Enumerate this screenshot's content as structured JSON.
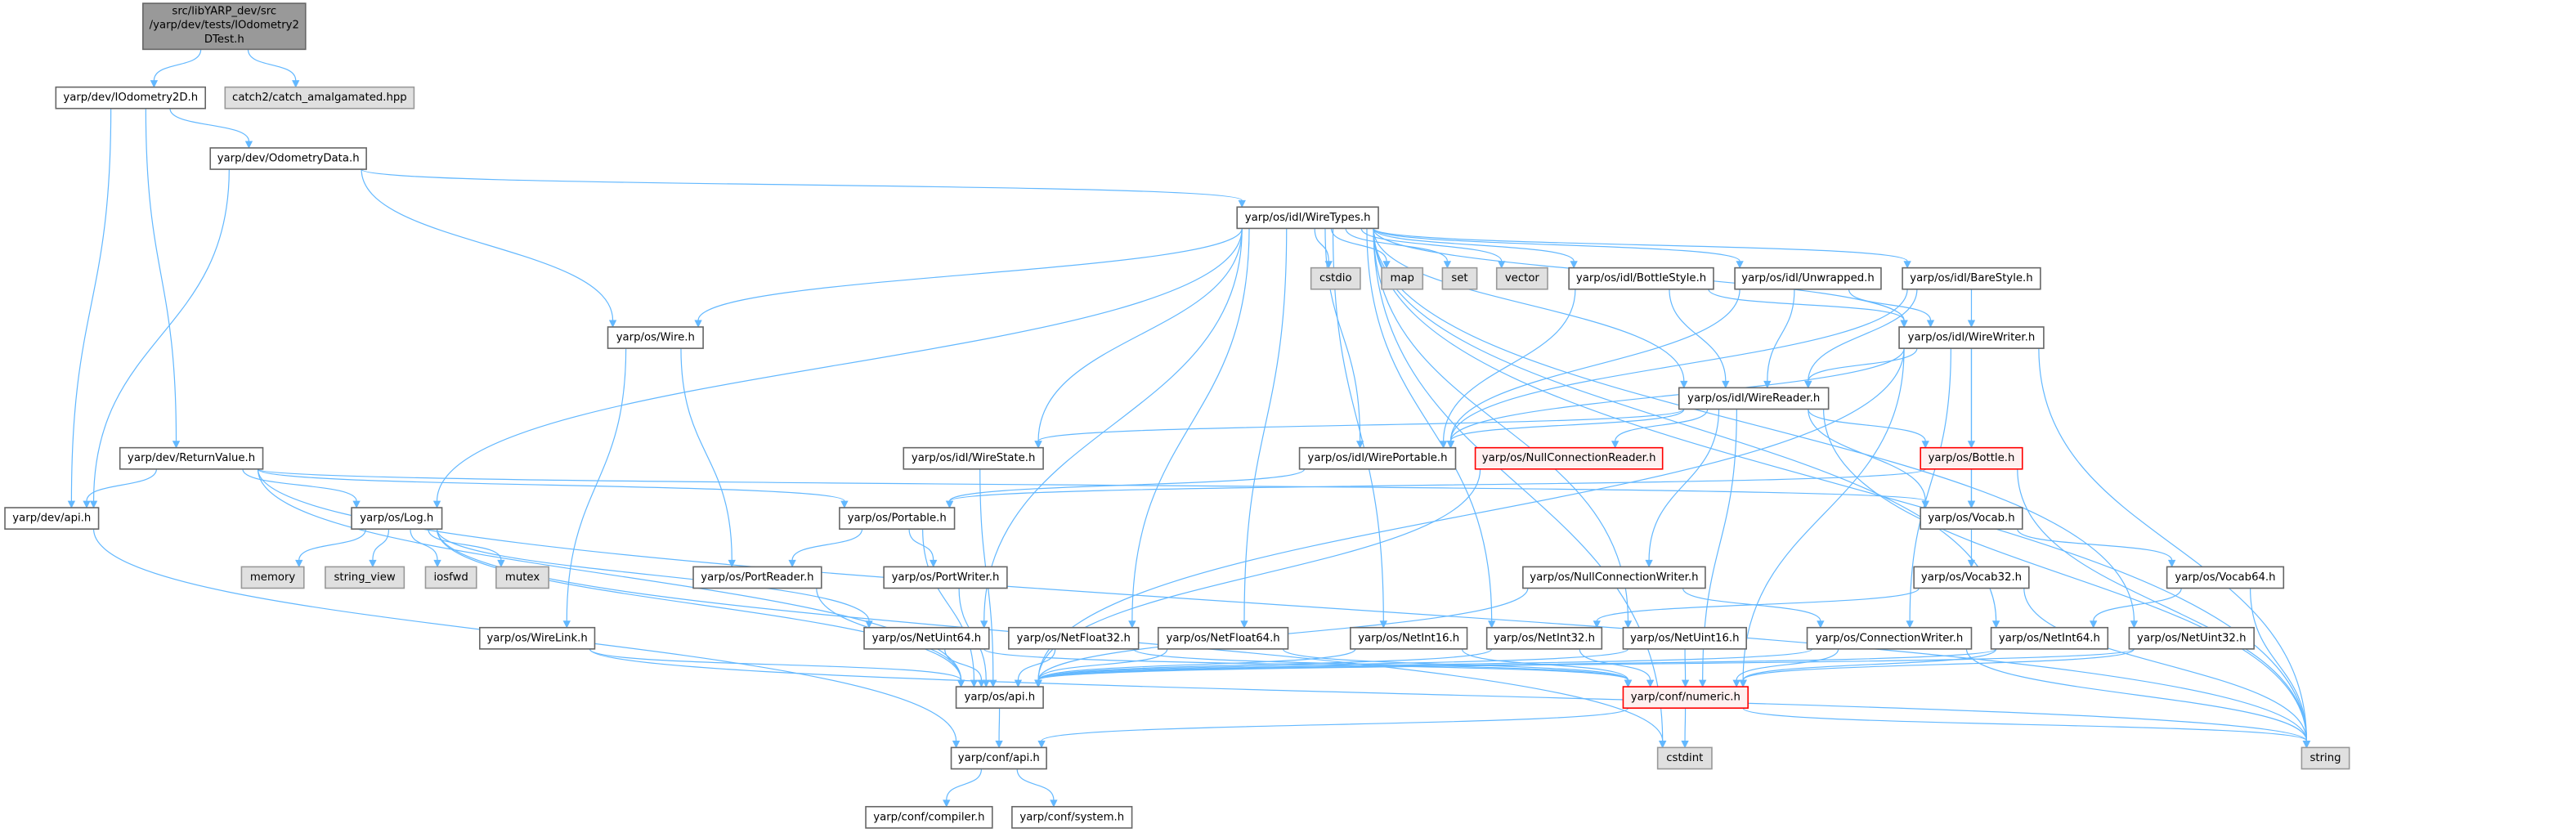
{
  "colors": {
    "edge": "#63b8ff",
    "node_border": "#666666",
    "external_fill": "#e0e0e0",
    "root_fill": "#999999",
    "incomplete_border": "#ff0000",
    "incomplete_fill": "#fff0f0"
  },
  "graph": {
    "nodes": [
      {
        "id": "root",
        "kind": "root",
        "lines": [
          "src/libYARP_dev/src",
          "/yarp/dev/tests/IOdometry2",
          "DTest.h"
        ]
      },
      {
        "id": "iodom",
        "kind": "normal",
        "label": "yarp/dev/IOdometry2D.h"
      },
      {
        "id": "catch2",
        "kind": "external",
        "label": "catch2/catch_amalgamated.hpp"
      },
      {
        "id": "odomdata",
        "kind": "normal",
        "label": "yarp/dev/OdometryData.h"
      },
      {
        "id": "wiretypes",
        "kind": "normal",
        "label": "yarp/os/idl/WireTypes.h"
      },
      {
        "id": "cstdio",
        "kind": "external",
        "label": "cstdio"
      },
      {
        "id": "map",
        "kind": "external",
        "label": "map"
      },
      {
        "id": "set",
        "kind": "external",
        "label": "set"
      },
      {
        "id": "vector",
        "kind": "external",
        "label": "vector"
      },
      {
        "id": "bottlestyle",
        "kind": "normal",
        "label": "yarp/os/idl/BottleStyle.h"
      },
      {
        "id": "unwrapped",
        "kind": "normal",
        "label": "yarp/os/idl/Unwrapped.h"
      },
      {
        "id": "barestyle",
        "kind": "normal",
        "label": "yarp/os/idl/BareStyle.h"
      },
      {
        "id": "wire",
        "kind": "normal",
        "label": "yarp/os/Wire.h"
      },
      {
        "id": "wirewriter",
        "kind": "normal",
        "label": "yarp/os/idl/WireWriter.h"
      },
      {
        "id": "wirereader",
        "kind": "normal",
        "label": "yarp/os/idl/WireReader.h"
      },
      {
        "id": "returnvalue",
        "kind": "normal",
        "label": "yarp/dev/ReturnValue.h"
      },
      {
        "id": "wirestate",
        "kind": "normal",
        "label": "yarp/os/idl/WireState.h"
      },
      {
        "id": "wireportable",
        "kind": "normal",
        "label": "yarp/os/idl/WirePortable.h"
      },
      {
        "id": "nullconnreader",
        "kind": "incomplete",
        "label": "yarp/os/NullConnectionReader.h"
      },
      {
        "id": "bottle",
        "kind": "incomplete",
        "label": "yarp/os/Bottle.h"
      },
      {
        "id": "devapi",
        "kind": "normal",
        "label": "yarp/dev/api.h"
      },
      {
        "id": "log",
        "kind": "normal",
        "label": "yarp/os/Log.h"
      },
      {
        "id": "portable",
        "kind": "normal",
        "label": "yarp/os/Portable.h"
      },
      {
        "id": "vocab",
        "kind": "normal",
        "label": "yarp/os/Vocab.h"
      },
      {
        "id": "memory",
        "kind": "external",
        "label": "memory"
      },
      {
        "id": "string_view",
        "kind": "external",
        "label": "string_view"
      },
      {
        "id": "iosfwd",
        "kind": "external",
        "label": "iosfwd"
      },
      {
        "id": "mutex",
        "kind": "external",
        "label": "mutex"
      },
      {
        "id": "portreader",
        "kind": "normal",
        "label": "yarp/os/PortReader.h"
      },
      {
        "id": "portwriter",
        "kind": "normal",
        "label": "yarp/os/PortWriter.h"
      },
      {
        "id": "nullconnwriter",
        "kind": "normal",
        "label": "yarp/os/NullConnectionWriter.h"
      },
      {
        "id": "vocab32",
        "kind": "normal",
        "label": "yarp/os/Vocab32.h"
      },
      {
        "id": "vocab64",
        "kind": "normal",
        "label": "yarp/os/Vocab64.h"
      },
      {
        "id": "wirelink",
        "kind": "normal",
        "label": "yarp/os/WireLink.h"
      },
      {
        "id": "netuint64",
        "kind": "normal",
        "label": "yarp/os/NetUint64.h"
      },
      {
        "id": "netfloat32",
        "kind": "normal",
        "label": "yarp/os/NetFloat32.h"
      },
      {
        "id": "netfloat64",
        "kind": "normal",
        "label": "yarp/os/NetFloat64.h"
      },
      {
        "id": "netint16",
        "kind": "normal",
        "label": "yarp/os/NetInt16.h"
      },
      {
        "id": "netint32",
        "kind": "normal",
        "label": "yarp/os/NetInt32.h"
      },
      {
        "id": "netuint16",
        "kind": "normal",
        "label": "yarp/os/NetUint16.h"
      },
      {
        "id": "connwriter",
        "kind": "normal",
        "label": "yarp/os/ConnectionWriter.h"
      },
      {
        "id": "netint64",
        "kind": "normal",
        "label": "yarp/os/NetInt64.h"
      },
      {
        "id": "netuint32",
        "kind": "normal",
        "label": "yarp/os/NetUint32.h"
      },
      {
        "id": "osapi",
        "kind": "normal",
        "label": "yarp/os/api.h"
      },
      {
        "id": "numeric",
        "kind": "incomplete",
        "label": "yarp/conf/numeric.h"
      },
      {
        "id": "confapi",
        "kind": "normal",
        "label": "yarp/conf/api.h"
      },
      {
        "id": "cstdint",
        "kind": "external",
        "label": "cstdint"
      },
      {
        "id": "string",
        "kind": "external",
        "label": "string"
      },
      {
        "id": "compiler",
        "kind": "normal",
        "label": "yarp/conf/compiler.h"
      },
      {
        "id": "system",
        "kind": "normal",
        "label": "yarp/conf/system.h"
      }
    ],
    "edges": [
      [
        "root",
        "iodom"
      ],
      [
        "root",
        "catch2"
      ],
      [
        "iodom",
        "odomdata"
      ],
      [
        "iodom",
        "devapi"
      ],
      [
        "iodom",
        "returnvalue"
      ],
      [
        "odomdata",
        "wiretypes"
      ],
      [
        "odomdata",
        "wire"
      ],
      [
        "odomdata",
        "devapi"
      ],
      [
        "wiretypes",
        "cstdio"
      ],
      [
        "wiretypes",
        "map"
      ],
      [
        "wiretypes",
        "set"
      ],
      [
        "wiretypes",
        "vector"
      ],
      [
        "wiretypes",
        "bottlestyle"
      ],
      [
        "wiretypes",
        "unwrapped"
      ],
      [
        "wiretypes",
        "barestyle"
      ],
      [
        "wiretypes",
        "wirewriter"
      ],
      [
        "wiretypes",
        "wirereader"
      ],
      [
        "wiretypes",
        "wireportable"
      ],
      [
        "wiretypes",
        "wirestate"
      ],
      [
        "wiretypes",
        "wire"
      ],
      [
        "wiretypes",
        "log"
      ],
      [
        "wiretypes",
        "netuint64"
      ],
      [
        "wiretypes",
        "netfloat32"
      ],
      [
        "wiretypes",
        "netfloat64"
      ],
      [
        "wiretypes",
        "netint16"
      ],
      [
        "wiretypes",
        "netint32"
      ],
      [
        "wiretypes",
        "netuint16"
      ],
      [
        "wiretypes",
        "netint64"
      ],
      [
        "wiretypes",
        "netuint32"
      ],
      [
        "wiretypes",
        "string"
      ],
      [
        "wiretypes",
        "cstdint"
      ],
      [
        "bottlestyle",
        "wirereader"
      ],
      [
        "bottlestyle",
        "wirewriter"
      ],
      [
        "bottlestyle",
        "wireportable"
      ],
      [
        "unwrapped",
        "wirereader"
      ],
      [
        "unwrapped",
        "wirewriter"
      ],
      [
        "unwrapped",
        "wireportable"
      ],
      [
        "barestyle",
        "wirereader"
      ],
      [
        "barestyle",
        "wirewriter"
      ],
      [
        "barestyle",
        "wireportable"
      ],
      [
        "wirewriter",
        "wirereader"
      ],
      [
        "wirewriter",
        "wireportable"
      ],
      [
        "wirewriter",
        "bottle"
      ],
      [
        "wirewriter",
        "vocab"
      ],
      [
        "wirewriter",
        "osapi"
      ],
      [
        "wirewriter",
        "connwriter"
      ],
      [
        "wirewriter",
        "numeric"
      ],
      [
        "wirewriter",
        "string"
      ],
      [
        "wirereader",
        "wirestate"
      ],
      [
        "wirereader",
        "wireportable"
      ],
      [
        "wirereader",
        "nullconnreader"
      ],
      [
        "wirereader",
        "bottle"
      ],
      [
        "wirereader",
        "vocab"
      ],
      [
        "wirereader",
        "nullconnwriter"
      ],
      [
        "wirereader",
        "numeric"
      ],
      [
        "wirereader",
        "string"
      ],
      [
        "wirestate",
        "osapi"
      ],
      [
        "wireportable",
        "portable"
      ],
      [
        "nullconnreader",
        "osapi"
      ],
      [
        "bottle",
        "portable"
      ],
      [
        "bottle",
        "vocab"
      ],
      [
        "bottle",
        "string"
      ],
      [
        "wire",
        "portreader"
      ],
      [
        "wire",
        "wirelink"
      ],
      [
        "returnvalue",
        "devapi"
      ],
      [
        "returnvalue",
        "log"
      ],
      [
        "returnvalue",
        "portable"
      ],
      [
        "returnvalue",
        "vocab"
      ],
      [
        "returnvalue",
        "osapi"
      ],
      [
        "returnvalue",
        "string"
      ],
      [
        "devapi",
        "confapi"
      ],
      [
        "log",
        "memory"
      ],
      [
        "log",
        "string_view"
      ],
      [
        "log",
        "iosfwd"
      ],
      [
        "log",
        "mutex"
      ],
      [
        "log",
        "osapi"
      ],
      [
        "log",
        "cstdint"
      ],
      [
        "log",
        "netuint64"
      ],
      [
        "portable",
        "portreader"
      ],
      [
        "portable",
        "portwriter"
      ],
      [
        "portable",
        "osapi"
      ],
      [
        "portreader",
        "osapi"
      ],
      [
        "portwriter",
        "osapi"
      ],
      [
        "nullconnwriter",
        "osapi"
      ],
      [
        "nullconnwriter",
        "connwriter"
      ],
      [
        "vocab",
        "vocab32"
      ],
      [
        "vocab",
        "vocab64"
      ],
      [
        "vocab32",
        "netint32"
      ],
      [
        "vocab32",
        "string"
      ],
      [
        "vocab64",
        "netint64"
      ],
      [
        "vocab64",
        "string"
      ],
      [
        "wirelink",
        "osapi"
      ],
      [
        "wirelink",
        "string"
      ],
      [
        "netuint64",
        "osapi"
      ],
      [
        "netuint64",
        "numeric"
      ],
      [
        "netfloat32",
        "osapi"
      ],
      [
        "netfloat32",
        "numeric"
      ],
      [
        "netfloat64",
        "osapi"
      ],
      [
        "netfloat64",
        "numeric"
      ],
      [
        "netint16",
        "osapi"
      ],
      [
        "netint16",
        "numeric"
      ],
      [
        "netint32",
        "osapi"
      ],
      [
        "netint32",
        "numeric"
      ],
      [
        "netuint16",
        "osapi"
      ],
      [
        "netuint16",
        "numeric"
      ],
      [
        "connwriter",
        "osapi"
      ],
      [
        "connwriter",
        "numeric"
      ],
      [
        "connwriter",
        "string"
      ],
      [
        "netint64",
        "osapi"
      ],
      [
        "netint64",
        "numeric"
      ],
      [
        "netuint32",
        "osapi"
      ],
      [
        "netuint32",
        "numeric"
      ],
      [
        "osapi",
        "confapi"
      ],
      [
        "numeric",
        "confapi"
      ],
      [
        "numeric",
        "cstdint"
      ],
      [
        "numeric",
        "string"
      ],
      [
        "confapi",
        "compiler"
      ],
      [
        "confapi",
        "system"
      ]
    ]
  }
}
